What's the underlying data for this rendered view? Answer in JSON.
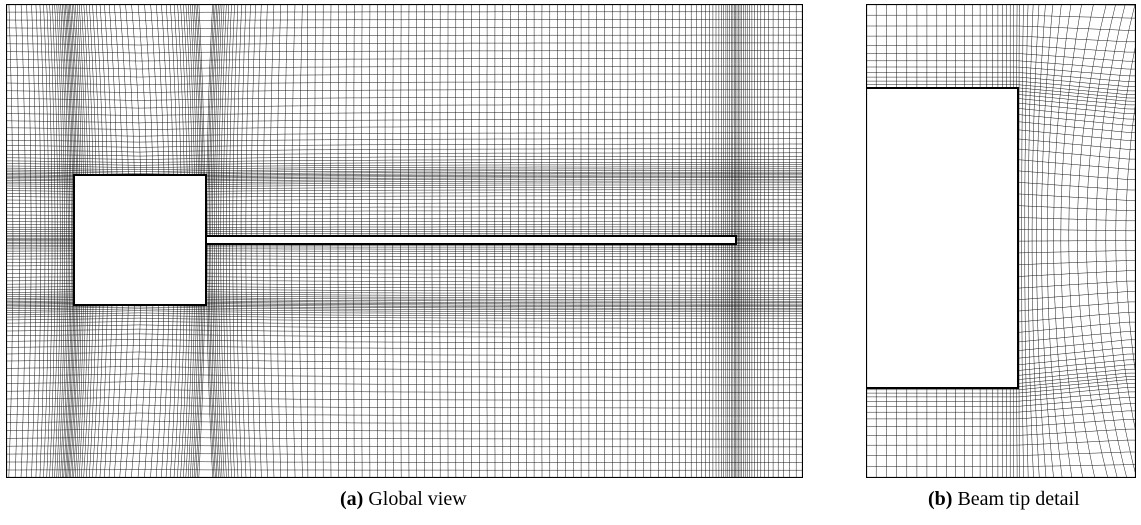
{
  "panels": [
    {
      "label": "(a)",
      "title": "Global view"
    },
    {
      "label": "(b)",
      "title": "Beam tip detail"
    }
  ],
  "colors": {
    "mesh": "#000000",
    "background": "#ffffff"
  }
}
